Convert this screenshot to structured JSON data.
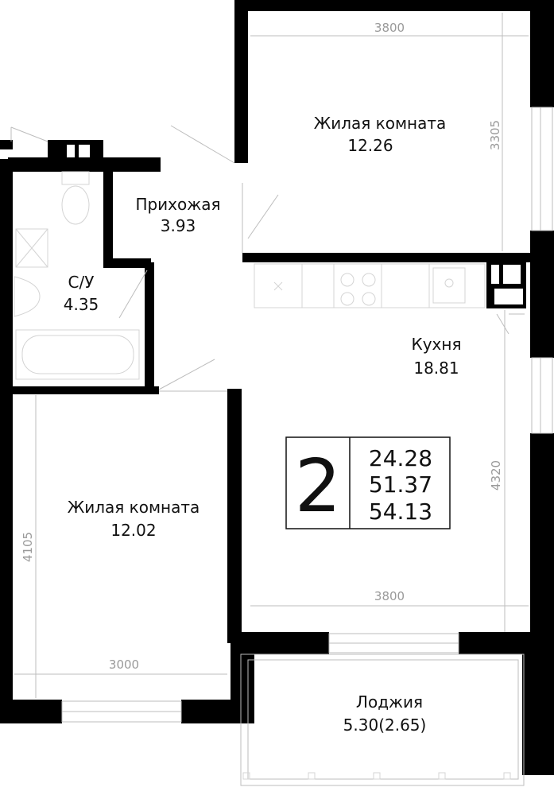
{
  "rooms": {
    "bedroom_top": {
      "name": "Жилая комната",
      "area": "12.26"
    },
    "hallway": {
      "name": "Прихожая",
      "area": "3.93"
    },
    "bathroom": {
      "name": "С/У",
      "area": "4.35"
    },
    "kitchen": {
      "name": "Кухня",
      "area": "18.81"
    },
    "bedroom_bottom": {
      "name": "Жилая комната",
      "area": "12.02"
    },
    "loggia": {
      "name": "Лоджия",
      "area": "5.30(2.65)"
    }
  },
  "dimensions": {
    "top_width": "3800",
    "top_height": "3305",
    "kitchen_width": "3800",
    "kitchen_height": "4320",
    "bottom_width": "3000",
    "bottom_height": "4105"
  },
  "summary": {
    "rooms_count": "2",
    "living_area": "24.28",
    "total_area": "51.37",
    "total_with_loggia": "54.13"
  }
}
